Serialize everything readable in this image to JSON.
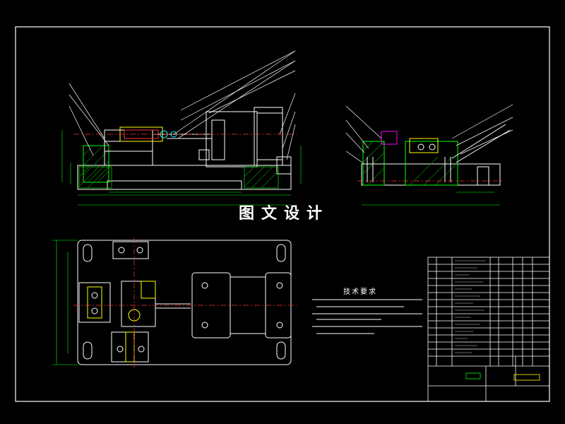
{
  "watermark": "图文设计",
  "tech_requirements": {
    "title": "技术要求"
  },
  "colors": {
    "background": "#000000",
    "border": "#ffffff",
    "part_outline": "#ffffff",
    "hatch": "#00a000",
    "dimension": "#00ff00",
    "center_line": "#ff3030",
    "leader": "#ffffff",
    "title_block": "#ffffff",
    "accent": "#ffff00",
    "cyan": "#00ffff",
    "magenta": "#ff00ff"
  },
  "icons": {
    "watermark": "text-watermark"
  }
}
